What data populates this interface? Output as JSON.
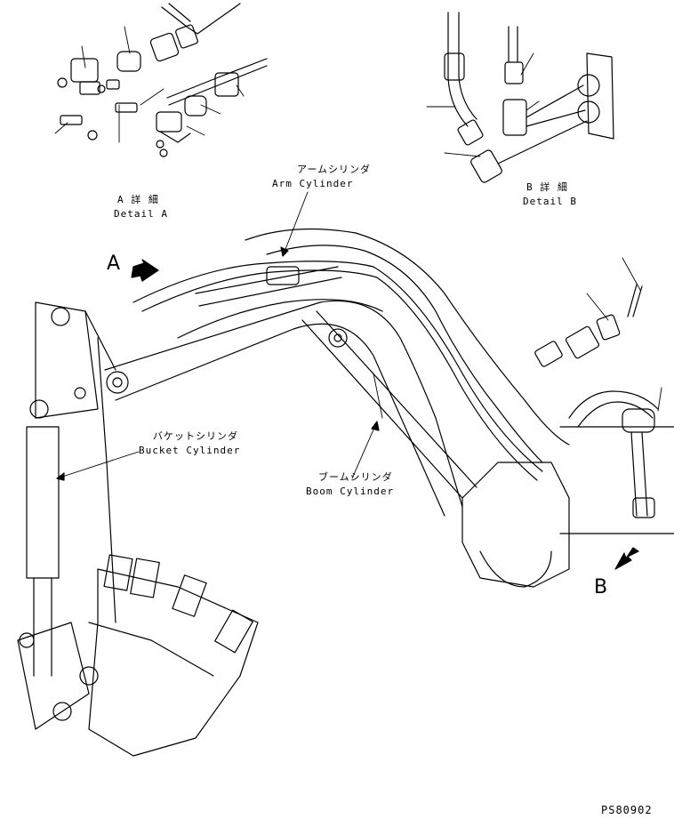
{
  "detail_a": {
    "jp": "A 詳 細",
    "en": "Detail A"
  },
  "detail_b": {
    "jp": "B 詳 細",
    "en": "Detail B"
  },
  "arm_cylinder": {
    "jp": "アームシリンダ",
    "en": "Arm Cylinder"
  },
  "bucket_cylinder": {
    "jp": "バケットシリンダ",
    "en": "Bucket Cylinder"
  },
  "boom_cylinder": {
    "jp": "ブームシリンダ",
    "en": "Boom Cylinder"
  },
  "marker_a": "A",
  "marker_b": "B",
  "drawing_code": "PS80902",
  "line_color": "#000000"
}
